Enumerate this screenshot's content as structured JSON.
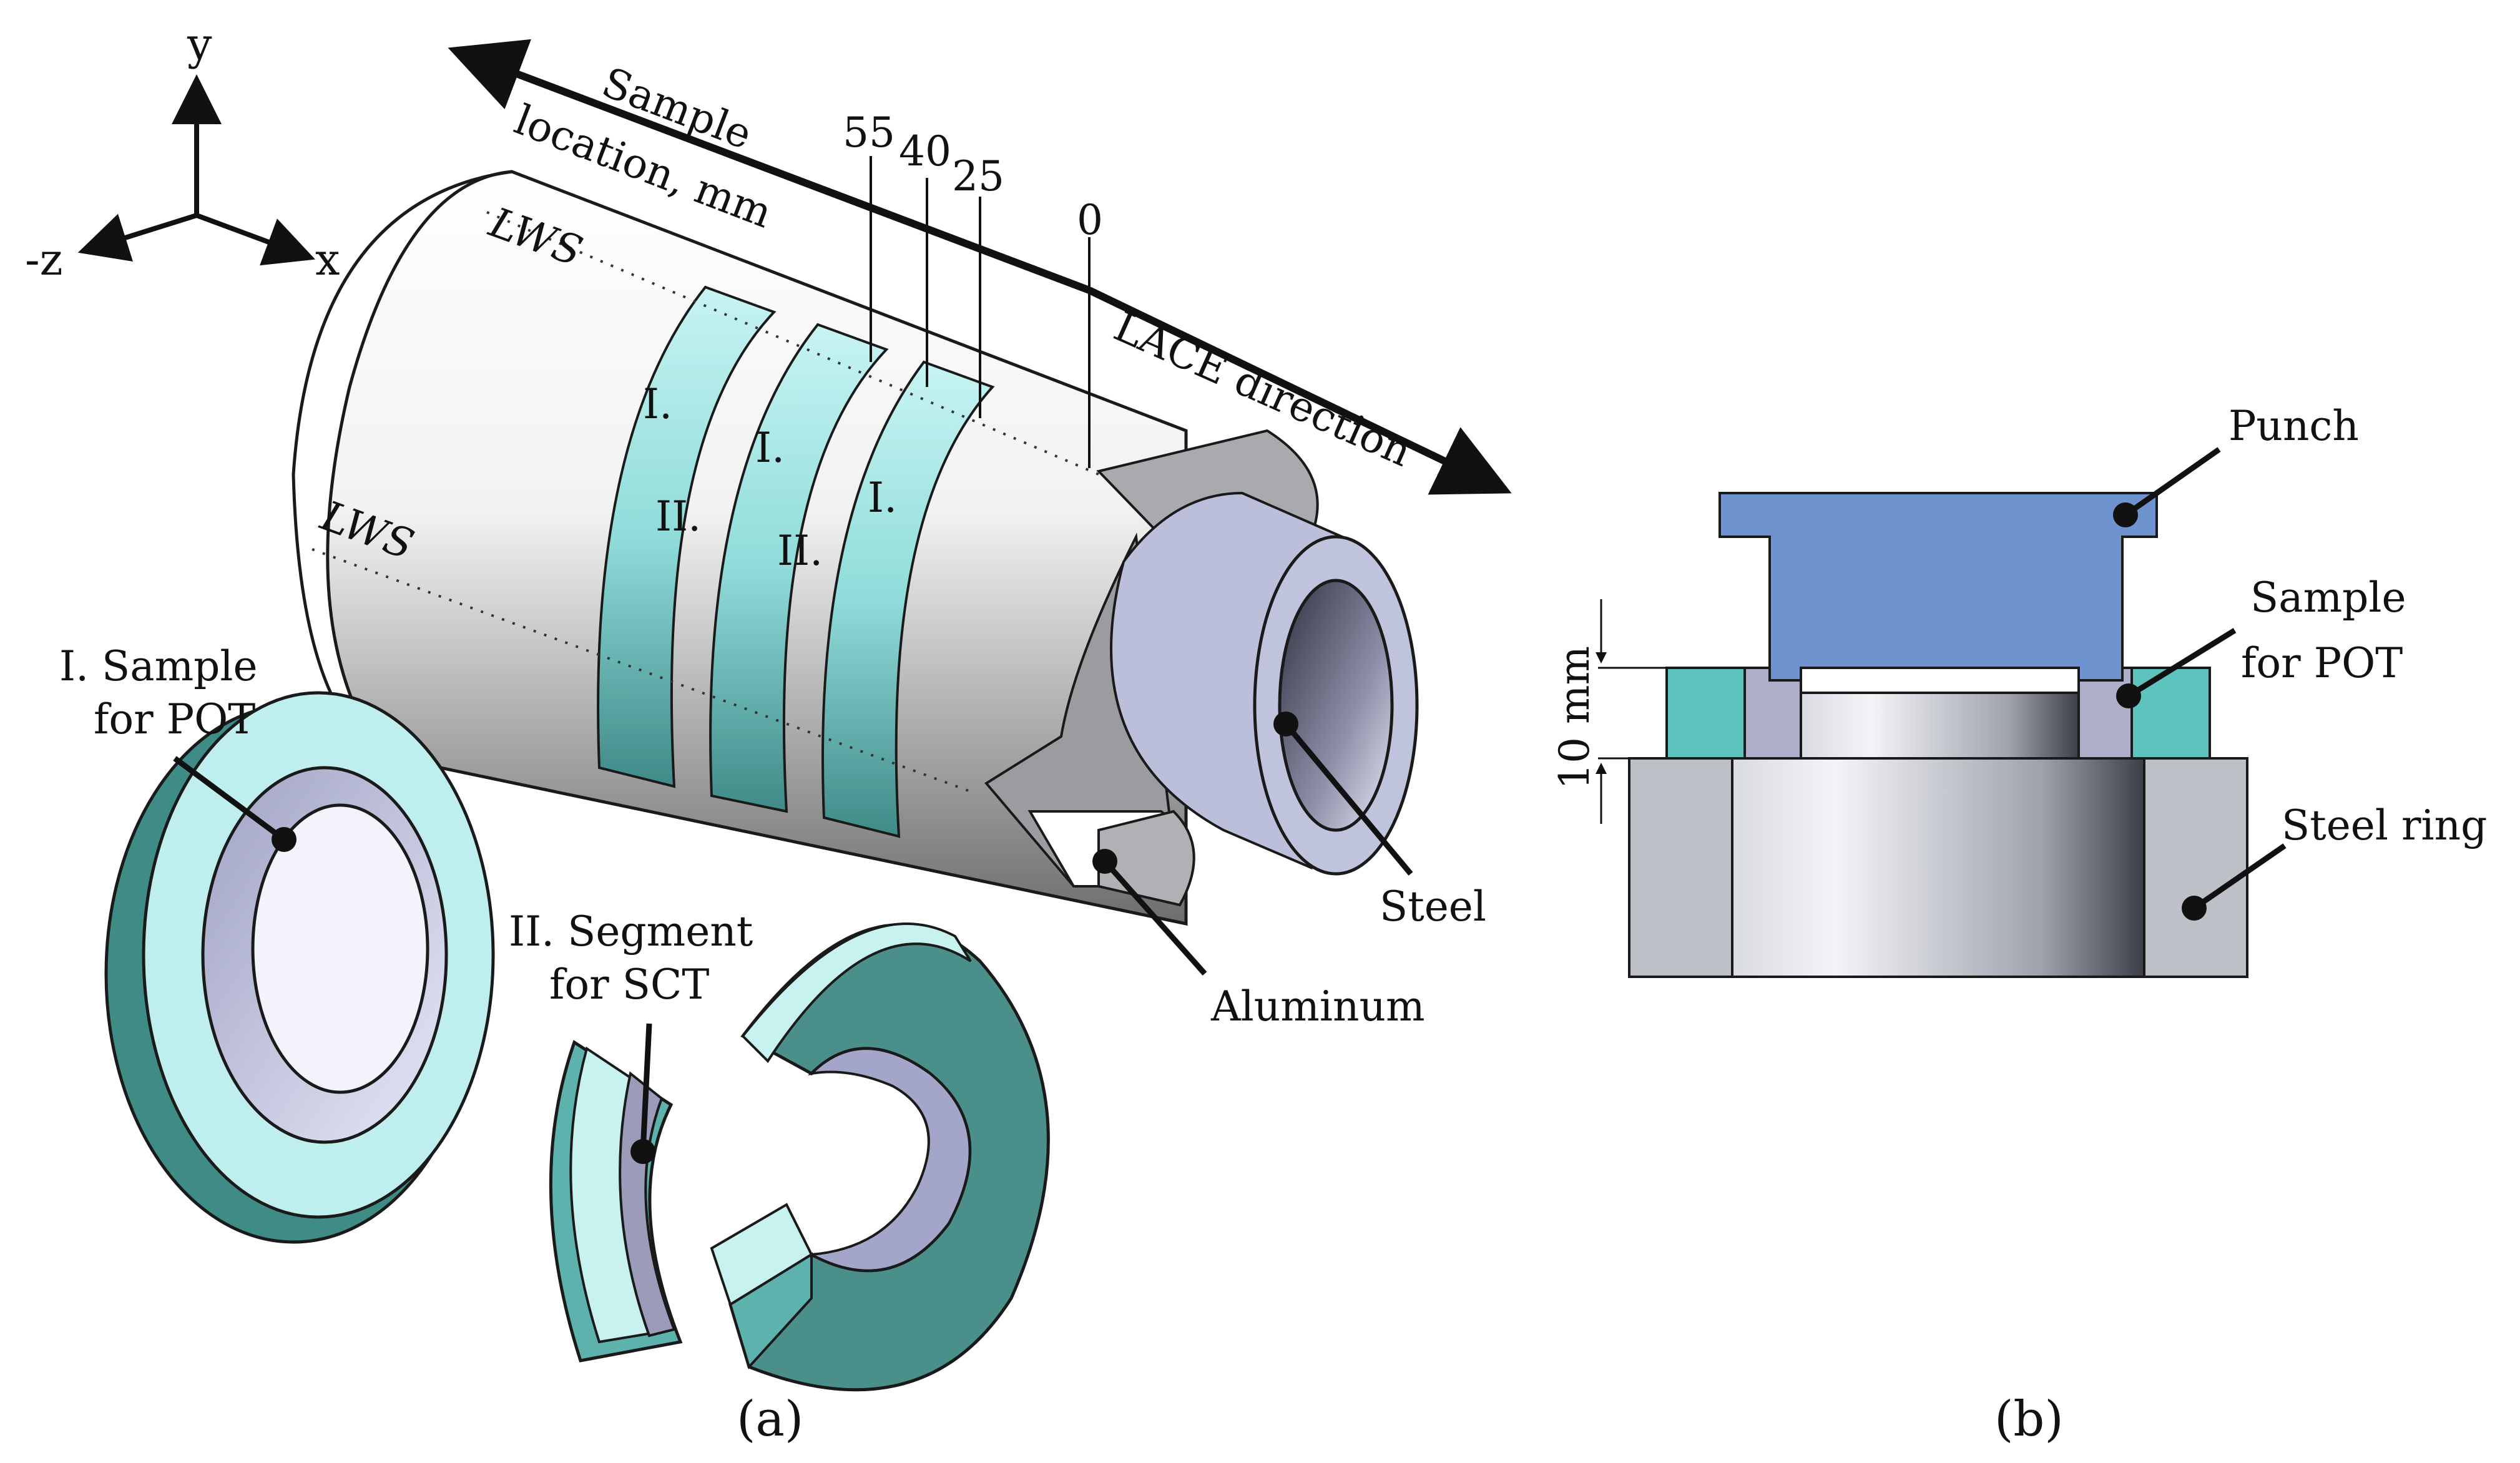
{
  "panel_a": {
    "axes": {
      "y": "y",
      "x": "x",
      "z": "-z"
    },
    "sample_location_line1": "Sample",
    "sample_location_line2": "location, mm",
    "locations": [
      "55",
      "40",
      "25",
      "0"
    ],
    "lace_direction": "LACE direction",
    "lws_top": "LWS",
    "lws_bottom": "LWS",
    "ring_marks": [
      "I.",
      "II.",
      "I.",
      "II.",
      "I."
    ],
    "sample_pot_line1": "I. Sample",
    "sample_pot_line2": "for POT",
    "segment_sct_line1": "II. Segment",
    "segment_sct_line2": "for SCT",
    "steel": "Steel",
    "aluminum": "Aluminum",
    "caption": "(a)"
  },
  "panel_b": {
    "punch": "Punch",
    "sample_line1": "Sample",
    "sample_line2": "for POT",
    "steel_ring": "Steel ring",
    "dimension": "10 mm",
    "caption": "(b)"
  },
  "colors": {
    "punch": "#6e93cf",
    "teal": "#5ec2bd",
    "teal_light": "#bfeeee",
    "teal_dark": "#3f8c86",
    "steel": "#b9bcd4",
    "steel_ring": "#bdc0c6",
    "aluminum": "#b5b5b5",
    "outline": "#1a1a1a"
  }
}
